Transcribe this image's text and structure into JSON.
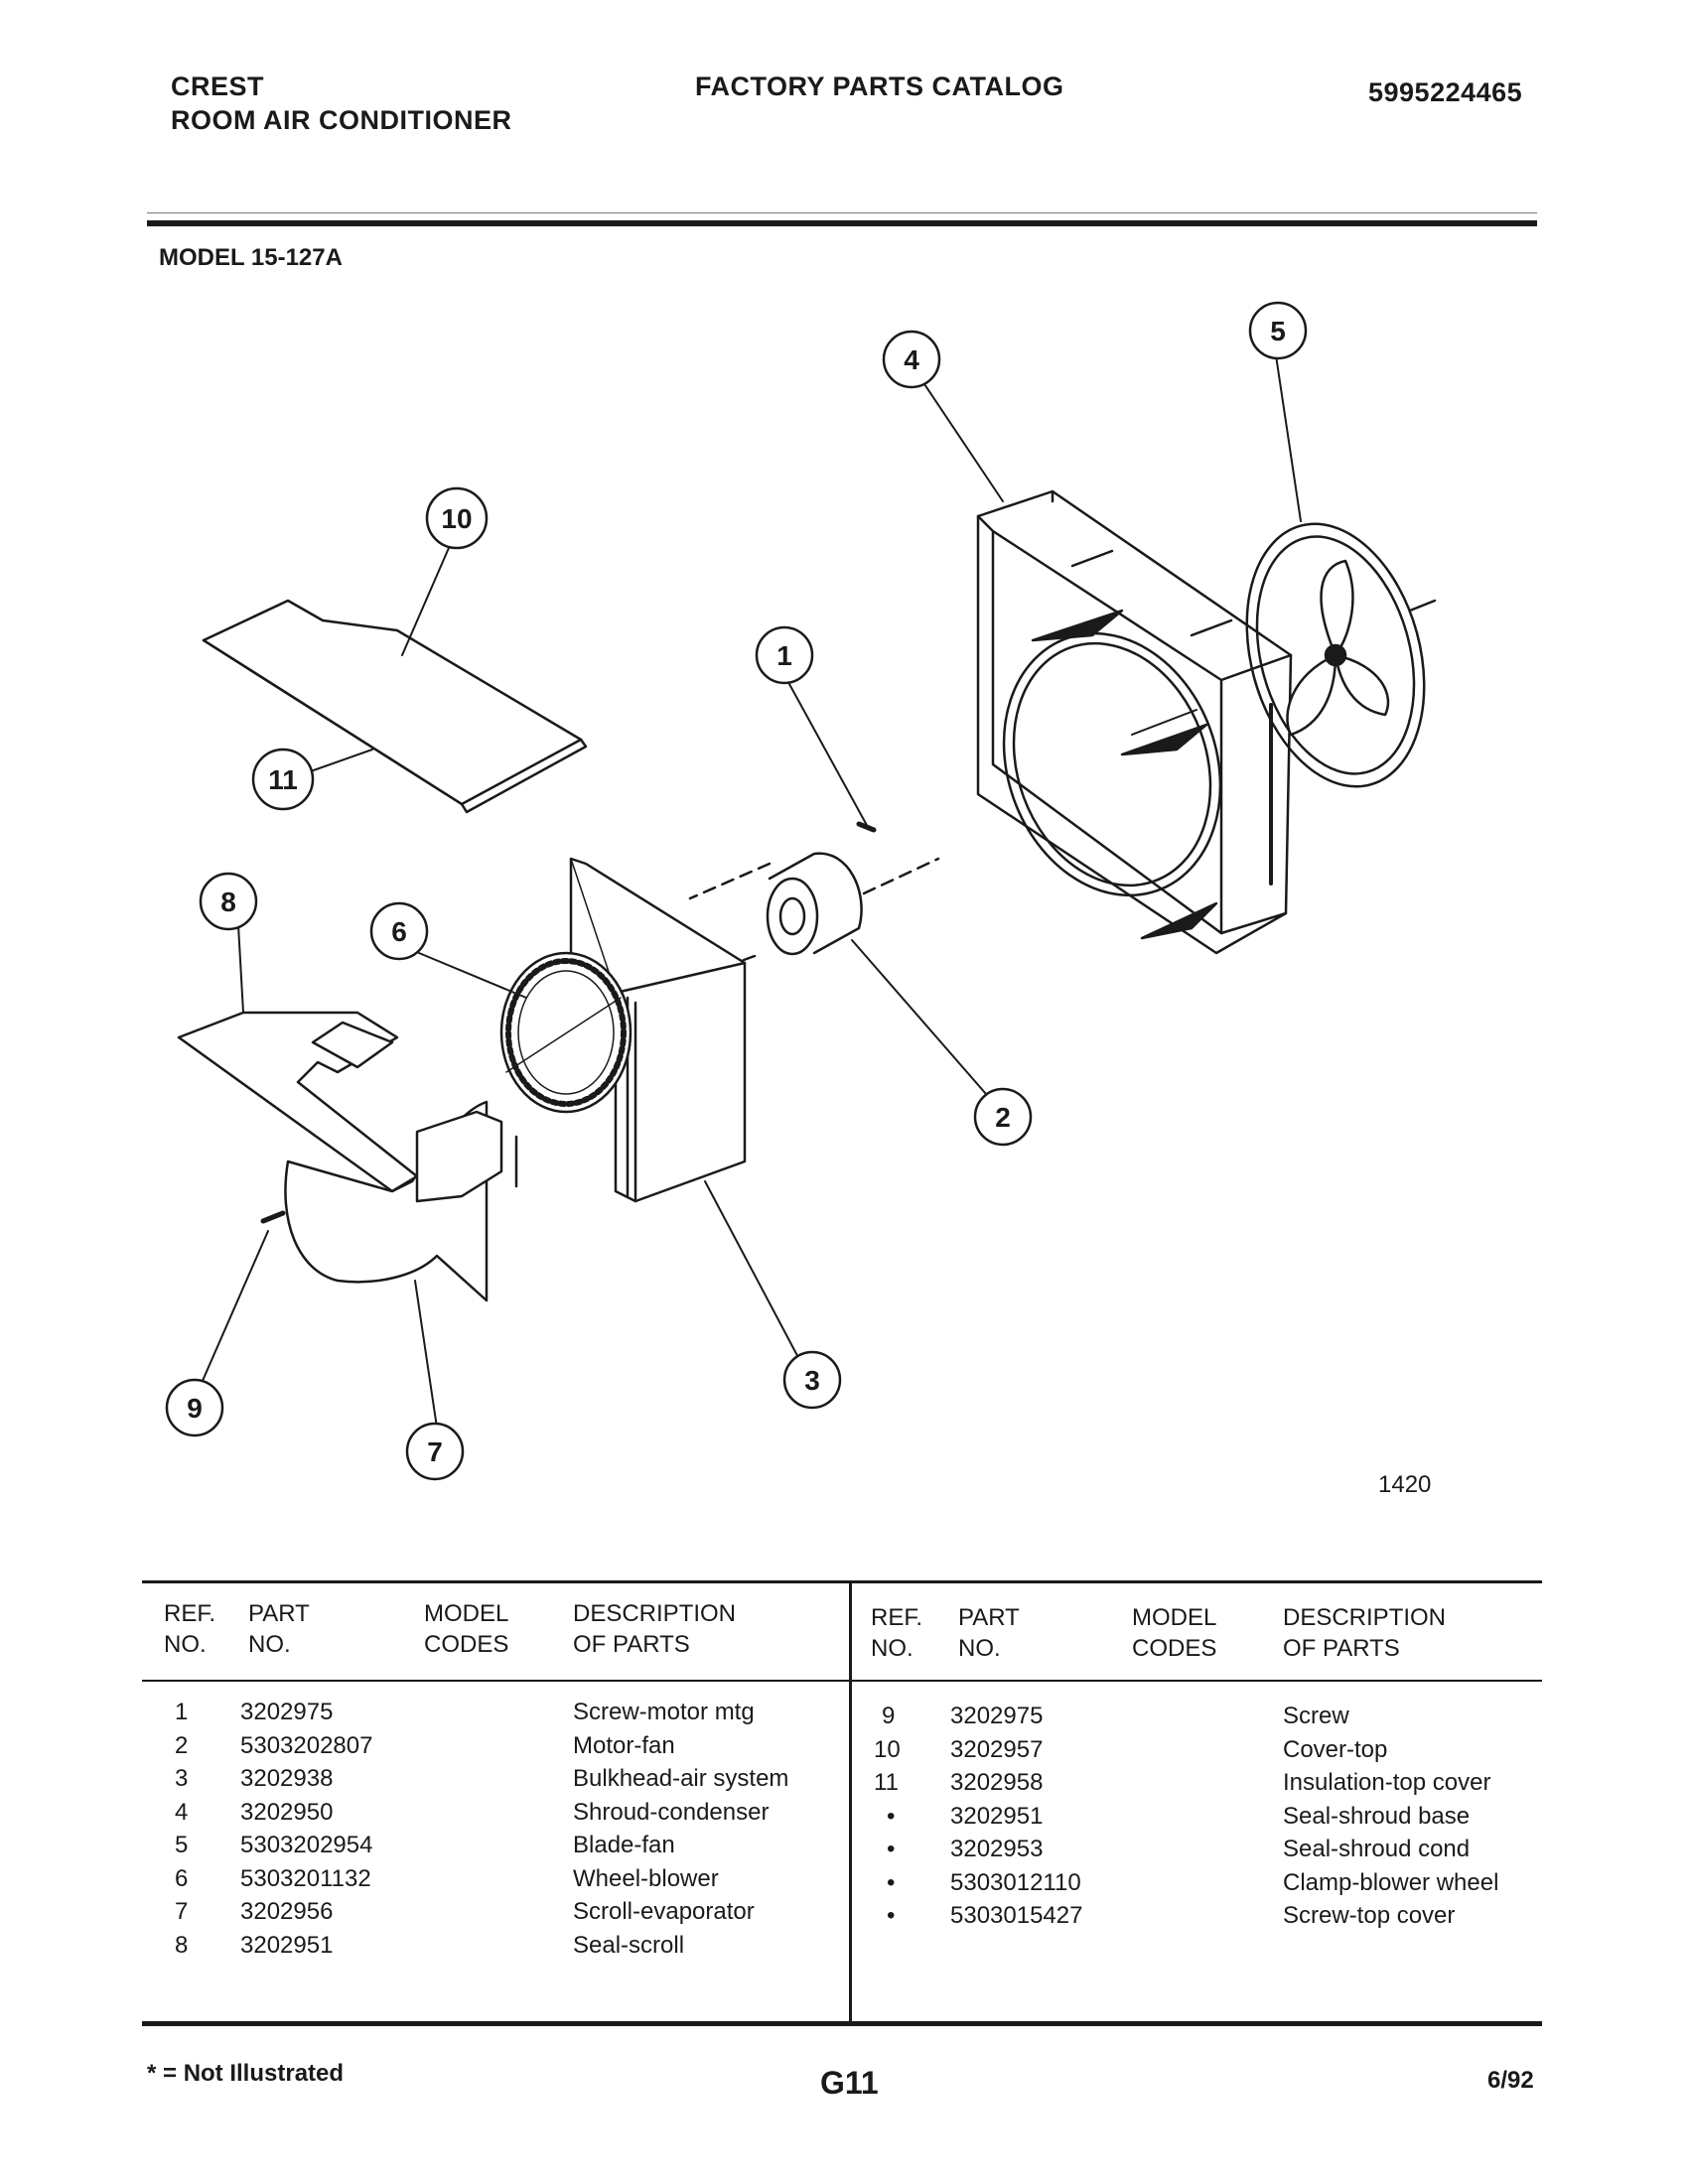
{
  "header": {
    "brand": "CREST",
    "product": "ROOM AIR CONDITIONER",
    "catalog_title": "FACTORY PARTS CATALOG",
    "catalog_number": "5995224465"
  },
  "model": "MODEL 15-127A",
  "diagram": {
    "figure_number": "1420",
    "callouts": [
      "1",
      "2",
      "3",
      "4",
      "5",
      "6",
      "7",
      "8",
      "9",
      "10",
      "11"
    ]
  },
  "table": {
    "headers": {
      "ref_no": [
        "REF.",
        "NO."
      ],
      "part_no": [
        "PART",
        "NO."
      ],
      "model_codes": [
        "MODEL",
        "CODES"
      ],
      "description": [
        "DESCRIPTION",
        "OF PARTS"
      ]
    },
    "left_rows": [
      {
        "ref": "1",
        "part": "3202975",
        "codes": "",
        "desc": "Screw-motor mtg"
      },
      {
        "ref": "2",
        "part": "5303202807",
        "codes": "",
        "desc": "Motor-fan"
      },
      {
        "ref": "3",
        "part": "3202938",
        "codes": "",
        "desc": "Bulkhead-air system"
      },
      {
        "ref": "4",
        "part": "3202950",
        "codes": "",
        "desc": "Shroud-condenser"
      },
      {
        "ref": "5",
        "part": "5303202954",
        "codes": "",
        "desc": "Blade-fan"
      },
      {
        "ref": "6",
        "part": "5303201132",
        "codes": "",
        "desc": "Wheel-blower"
      },
      {
        "ref": "7",
        "part": "3202956",
        "codes": "",
        "desc": "Scroll-evaporator"
      },
      {
        "ref": "8",
        "part": "3202951",
        "codes": "",
        "desc": "Seal-scroll"
      }
    ],
    "right_rows": [
      {
        "ref": "9",
        "part": "3202975",
        "codes": "",
        "desc": "Screw"
      },
      {
        "ref": "10",
        "part": "3202957",
        "codes": "",
        "desc": "Cover-top"
      },
      {
        "ref": "11",
        "part": "3202958",
        "codes": "",
        "desc": "Insulation-top cover"
      },
      {
        "ref": "•",
        "part": "3202951",
        "codes": "",
        "desc": "Seal-shroud base"
      },
      {
        "ref": "•",
        "part": "3202953",
        "codes": "",
        "desc": "Seal-shroud cond"
      },
      {
        "ref": "•",
        "part": "5303012110",
        "codes": "",
        "desc": "Clamp-blower wheel"
      },
      {
        "ref": "•",
        "part": "5303015427",
        "codes": "",
        "desc": "Screw-top cover"
      }
    ]
  },
  "footer": {
    "note": "* = Not Illustrated",
    "page_id": "G11",
    "date": "6/92"
  }
}
